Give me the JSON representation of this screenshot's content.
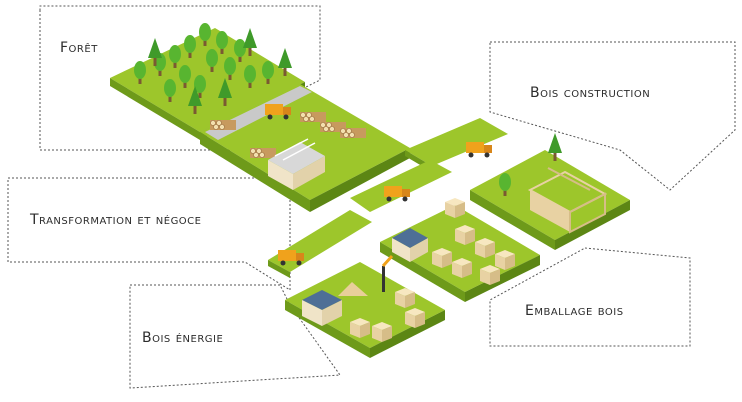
{
  "labels": {
    "foret": "Forêt",
    "bois_construction": "Bois construction",
    "transformation": "Transformation et négoce",
    "emballage": "Emballage bois",
    "energie": "Bois énergie"
  },
  "colors": {
    "grass_top": "#9dc62b",
    "grass_side": "#6e9a1a",
    "tree": "#58b530",
    "trunk": "#7a5a32",
    "road": "#c9c9c9",
    "truck": "#f0a21c",
    "wood": "#f3dfae",
    "roof_blue": "#4e6f96",
    "frame": "#e8d2a3",
    "outline": "#333333"
  },
  "icons": [
    "tree-icon",
    "truck-icon",
    "crane-icon",
    "house-icon",
    "warehouse-icon",
    "log-pile-icon",
    "pallet-icon"
  ]
}
